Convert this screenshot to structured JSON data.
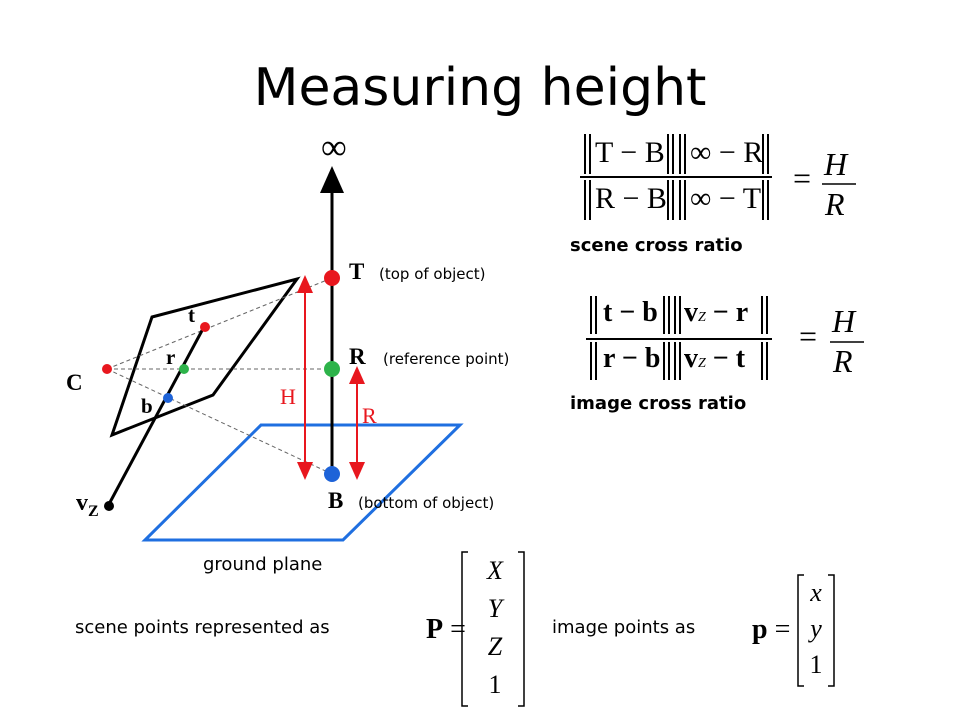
{
  "title": "Measuring height",
  "diagram": {
    "infinity": "∞",
    "point_T": "T",
    "point_T_desc": "(top of object)",
    "point_R": "R",
    "point_R_desc": "(reference point)",
    "point_B": "B",
    "point_B_desc": "(bottom of object)",
    "point_C": "C",
    "point_t": "t",
    "point_r": "r",
    "point_b": "b",
    "point_vz": "v",
    "point_vz_sub": "Z",
    "label_H": "H",
    "label_R": "R",
    "ground_plane": "ground plane"
  },
  "equations": {
    "scene": {
      "num_left": "T − B",
      "num_right": "∞ − R",
      "den_left": "R − B",
      "den_right": "∞ − T",
      "eq": "=",
      "rhs_num": "H",
      "rhs_den": "R",
      "caption": "scene cross ratio"
    },
    "image": {
      "num_left": "t − b",
      "num_right_v": "v",
      "num_right_sub": "Z",
      "num_right_rest": " − r",
      "den_left": "r − b",
      "den_right_v": "v",
      "den_right_sub": "Z",
      "den_right_rest": " − t",
      "eq": "=",
      "rhs_num": "H",
      "rhs_den": "R",
      "caption": "image cross ratio"
    }
  },
  "bottom": {
    "scene_text": "scene points represented as",
    "scene_lhs": "P =",
    "scene_vec": [
      "X",
      "Y",
      "Z",
      "1"
    ],
    "image_text": "image points as",
    "image_lhs": "p =",
    "image_vec": [
      "x",
      "y",
      "1"
    ]
  },
  "colors": {
    "red": "#e8171e",
    "green": "#2db34a",
    "blue": "#1e63d8",
    "plane_blue": "#1f6fe0",
    "black": "#000000"
  }
}
